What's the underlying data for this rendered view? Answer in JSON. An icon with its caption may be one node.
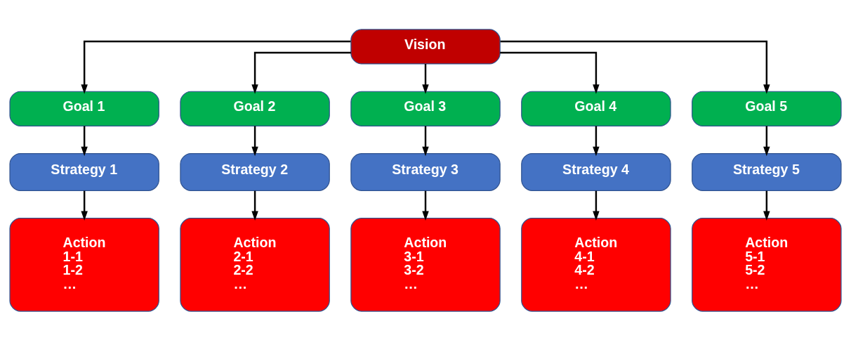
{
  "diagram": {
    "nodes": [
      {
        "text": [
          "Vision"
        ]
      },
      {
        "text": [
          "Goal 1"
        ]
      },
      {
        "text": [
          "Goal 2"
        ]
      },
      {
        "text": [
          "Goal 3"
        ]
      },
      {
        "text": [
          "Goal 4"
        ]
      },
      {
        "text": [
          "Goal 5"
        ]
      },
      {
        "text": [
          "Strategy 1"
        ]
      },
      {
        "text": [
          "Strategy 2"
        ]
      },
      {
        "text": [
          "Strategy 3"
        ]
      },
      {
        "text": [
          "Strategy 4"
        ]
      },
      {
        "text": [
          "Strategy 5"
        ]
      },
      {
        "text": [
          "Action",
          "1-1",
          "1-2",
          "…"
        ]
      },
      {
        "text": [
          "Action",
          "2-1",
          "2-2",
          "…"
        ]
      },
      {
        "text": [
          "Action",
          "3-1",
          "3-2",
          "…"
        ]
      },
      {
        "text": [
          "Action",
          "4-1",
          "4-2",
          "…"
        ]
      },
      {
        "text": [
          "Action",
          "5-1",
          "5-2",
          "…"
        ]
      }
    ],
    "edges": [
      {
        "from": 0,
        "to": 1,
        "arrow": "to"
      },
      {
        "from": 0,
        "to": 2,
        "arrow": "to"
      },
      {
        "from": 0,
        "to": 3,
        "arrow": "to"
      },
      {
        "from": 0,
        "to": 4,
        "arrow": "to"
      },
      {
        "from": 0,
        "to": 5,
        "arrow": "to"
      },
      {
        "from": 1,
        "to": 6,
        "arrow": "to"
      },
      {
        "from": 2,
        "to": 7,
        "arrow": "to"
      },
      {
        "from": 3,
        "to": 8,
        "arrow": "to"
      },
      {
        "from": 4,
        "to": 9,
        "arrow": "to"
      },
      {
        "from": 5,
        "to": 10,
        "arrow": "to"
      },
      {
        "from": 6,
        "to": 11,
        "arrow": "to"
      },
      {
        "from": 7,
        "to": 12,
        "arrow": "to"
      },
      {
        "from": 8,
        "to": 13,
        "arrow": "to"
      },
      {
        "from": 9,
        "to": 14,
        "arrow": "to"
      },
      {
        "from": 10,
        "to": 15,
        "arrow": "to"
      }
    ]
  }
}
